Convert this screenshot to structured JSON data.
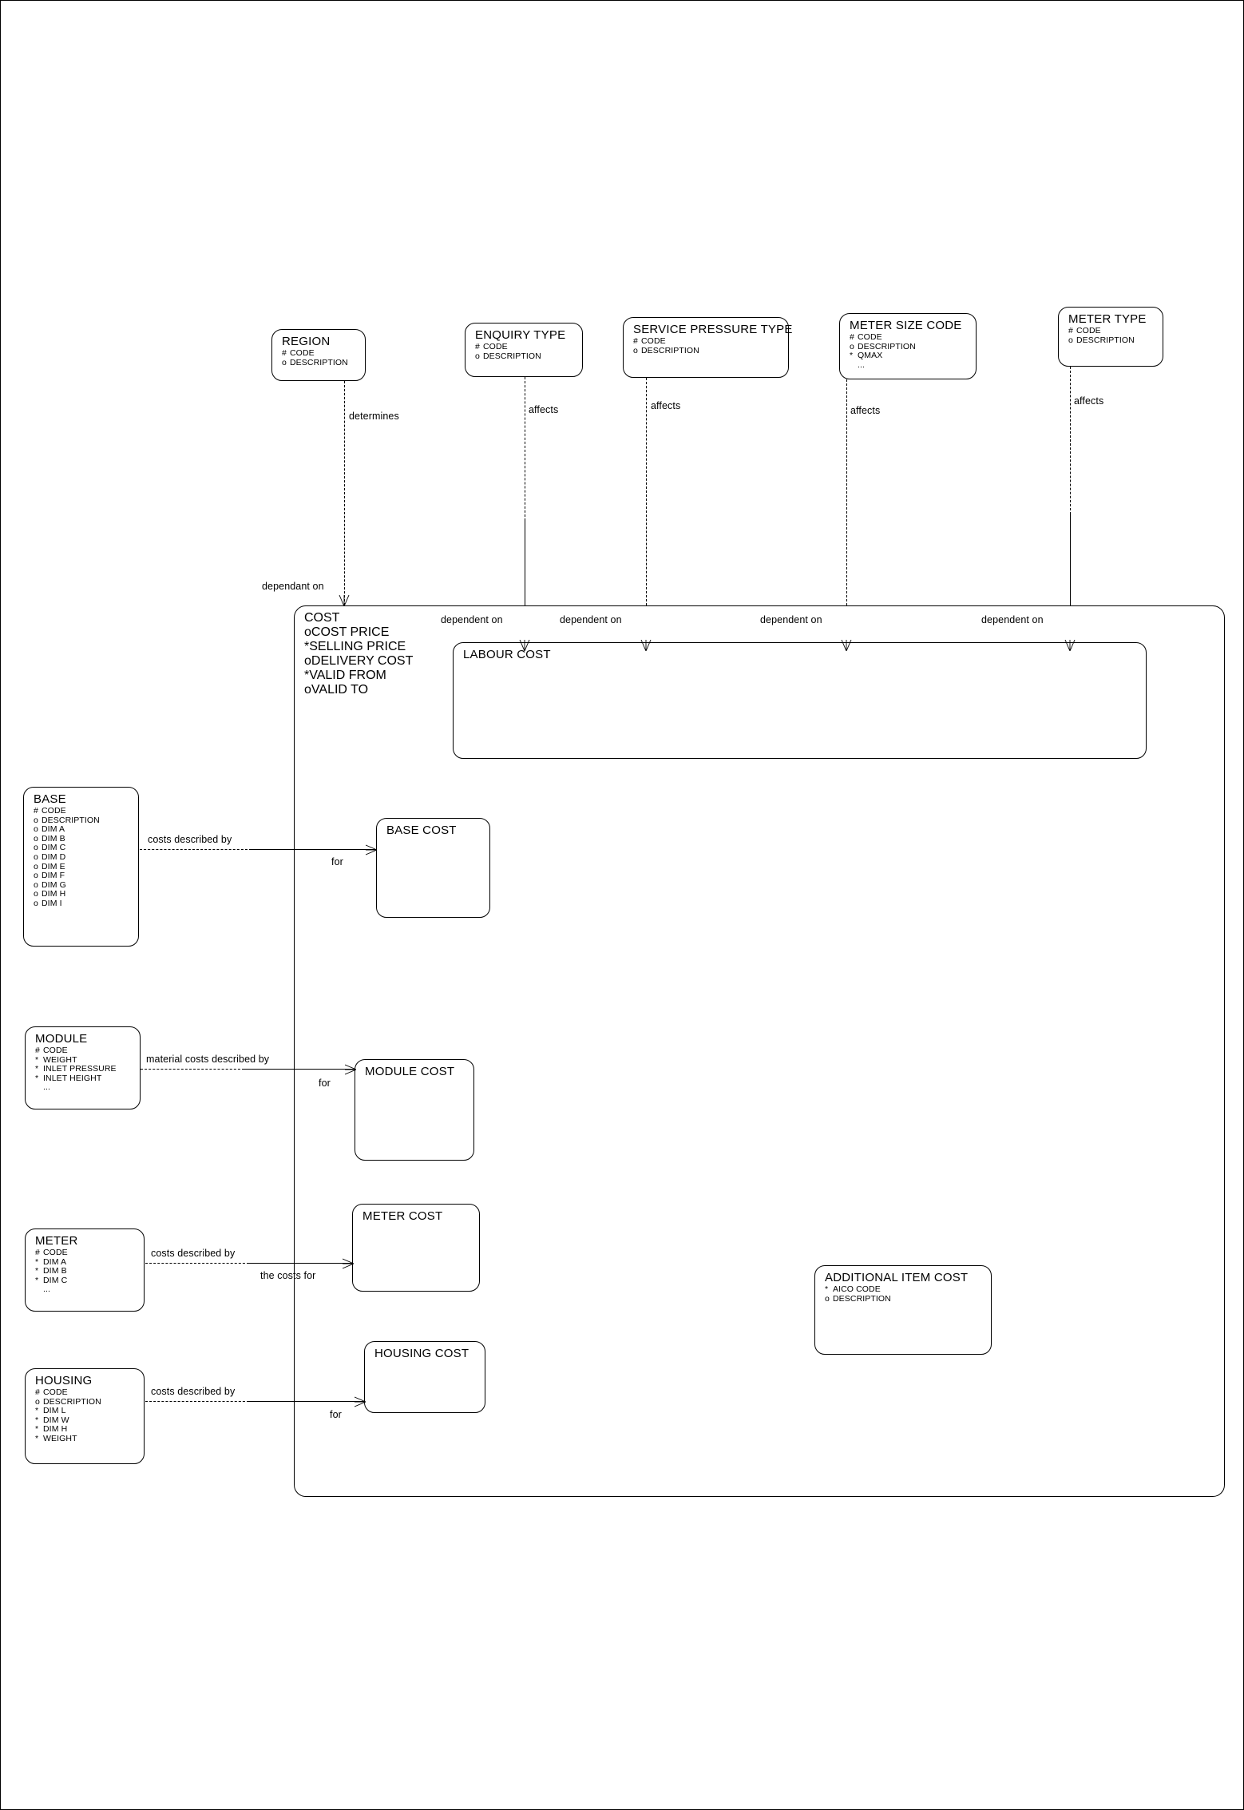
{
  "diagram": {
    "title": "Cost Entity Relationship Diagram",
    "type": "entity-relationship",
    "notation": "barker",
    "line_color": "#000000",
    "background_color": "#ffffff"
  },
  "entities": {
    "region": {
      "name": "REGION",
      "attributes": [
        {
          "mark": "#",
          "label": "CODE"
        },
        {
          "mark": "o",
          "label": "DESCRIPTION"
        }
      ]
    },
    "enquiry_type": {
      "name": "ENQUIRY TYPE",
      "attributes": [
        {
          "mark": "#",
          "label": "CODE"
        },
        {
          "mark": "o",
          "label": "DESCRIPTION"
        }
      ]
    },
    "service_pressure_type": {
      "name": "SERVICE PRESSURE TYPE",
      "attributes": [
        {
          "mark": "#",
          "label": "CODE"
        },
        {
          "mark": "o",
          "label": "DESCRIPTION"
        }
      ]
    },
    "meter_size_code": {
      "name": "METER SIZE CODE",
      "attributes": [
        {
          "mark": "#",
          "label": "CODE"
        },
        {
          "mark": "o",
          "label": "DESCRIPTION"
        },
        {
          "mark": "*",
          "label": "QMAX"
        },
        {
          "mark": "",
          "label": "..."
        }
      ]
    },
    "meter_type": {
      "name": "METER TYPE",
      "attributes": [
        {
          "mark": "#",
          "label": "CODE"
        },
        {
          "mark": "o",
          "label": "DESCRIPTION"
        }
      ]
    },
    "cost": {
      "name": "COST",
      "attributes": [
        {
          "mark": "o",
          "label": "COST PRICE"
        },
        {
          "mark": "*",
          "label": "SELLING PRICE"
        },
        {
          "mark": "o",
          "label": "DELIVERY COST"
        },
        {
          "mark": "*",
          "label": "VALID FROM"
        },
        {
          "mark": "o",
          "label": "VALID TO"
        }
      ]
    },
    "labour_cost": {
      "name": "LABOUR COST",
      "attributes": []
    },
    "base": {
      "name": "BASE",
      "attributes": [
        {
          "mark": "#",
          "label": "CODE"
        },
        {
          "mark": "o",
          "label": "DESCRIPTION"
        },
        {
          "mark": "o",
          "label": "DIM A"
        },
        {
          "mark": "o",
          "label": "DIM B"
        },
        {
          "mark": "o",
          "label": "DIM C"
        },
        {
          "mark": "o",
          "label": "DIM D"
        },
        {
          "mark": "o",
          "label": "DIM E"
        },
        {
          "mark": "o",
          "label": "DIM F"
        },
        {
          "mark": "o",
          "label": "DIM G"
        },
        {
          "mark": "o",
          "label": "DIM H"
        },
        {
          "mark": "o",
          "label": "DIM I"
        }
      ]
    },
    "module": {
      "name": "MODULE",
      "attributes": [
        {
          "mark": "#",
          "label": "CODE"
        },
        {
          "mark": "*",
          "label": "WEIGHT"
        },
        {
          "mark": "*",
          "label": "INLET PRESSURE"
        },
        {
          "mark": "*",
          "label": "INLET HEIGHT"
        },
        {
          "mark": "",
          "label": "..."
        }
      ]
    },
    "meter": {
      "name": "METER",
      "attributes": [
        {
          "mark": "#",
          "label": "CODE"
        },
        {
          "mark": "*",
          "label": "DIM A"
        },
        {
          "mark": "*",
          "label": "DIM B"
        },
        {
          "mark": "*",
          "label": "DIM C"
        },
        {
          "mark": "",
          "label": "..."
        }
      ]
    },
    "housing": {
      "name": "HOUSING",
      "attributes": [
        {
          "mark": "#",
          "label": "CODE"
        },
        {
          "mark": "o",
          "label": "DESCRIPTION"
        },
        {
          "mark": "*",
          "label": "DIM L"
        },
        {
          "mark": "*",
          "label": "DIM W"
        },
        {
          "mark": "*",
          "label": "DIM H"
        },
        {
          "mark": "*",
          "label": "WEIGHT"
        }
      ]
    },
    "base_cost": {
      "name": "BASE COST",
      "attributes": []
    },
    "module_cost": {
      "name": "MODULE COST",
      "attributes": []
    },
    "meter_cost": {
      "name": "METER COST",
      "attributes": []
    },
    "housing_cost": {
      "name": "HOUSING COST",
      "attributes": []
    },
    "additional_item_cost": {
      "name": "ADDITIONAL ITEM COST",
      "attributes": [
        {
          "mark": "*",
          "label": "AICO CODE"
        },
        {
          "mark": "o",
          "label": "DESCRIPTION"
        }
      ]
    }
  },
  "relationships": [
    {
      "id": "region-cost-top",
      "label": "determines"
    },
    {
      "id": "region-cost-bottom",
      "label": "dependant on"
    },
    {
      "id": "enquiry-top",
      "label": "affects"
    },
    {
      "id": "enquiry-bottom",
      "label": "dependent on"
    },
    {
      "id": "spt-top",
      "label": "affects"
    },
    {
      "id": "spt-bottom",
      "label": "dependent on"
    },
    {
      "id": "msc-top",
      "label": "affects"
    },
    {
      "id": "msc-bottom",
      "label": "dependent on"
    },
    {
      "id": "mt-top",
      "label": "affects"
    },
    {
      "id": "mt-bottom",
      "label": "dependent on"
    },
    {
      "id": "base-left",
      "label": "costs described by"
    },
    {
      "id": "base-right",
      "label": "for"
    },
    {
      "id": "module-left",
      "label": "material costs described by"
    },
    {
      "id": "module-right",
      "label": "for"
    },
    {
      "id": "meter-left",
      "label": "costs described by"
    },
    {
      "id": "meter-right",
      "label": "the costs for"
    },
    {
      "id": "housing-left",
      "label": "costs described by"
    },
    {
      "id": "housing-right",
      "label": "for"
    }
  ]
}
